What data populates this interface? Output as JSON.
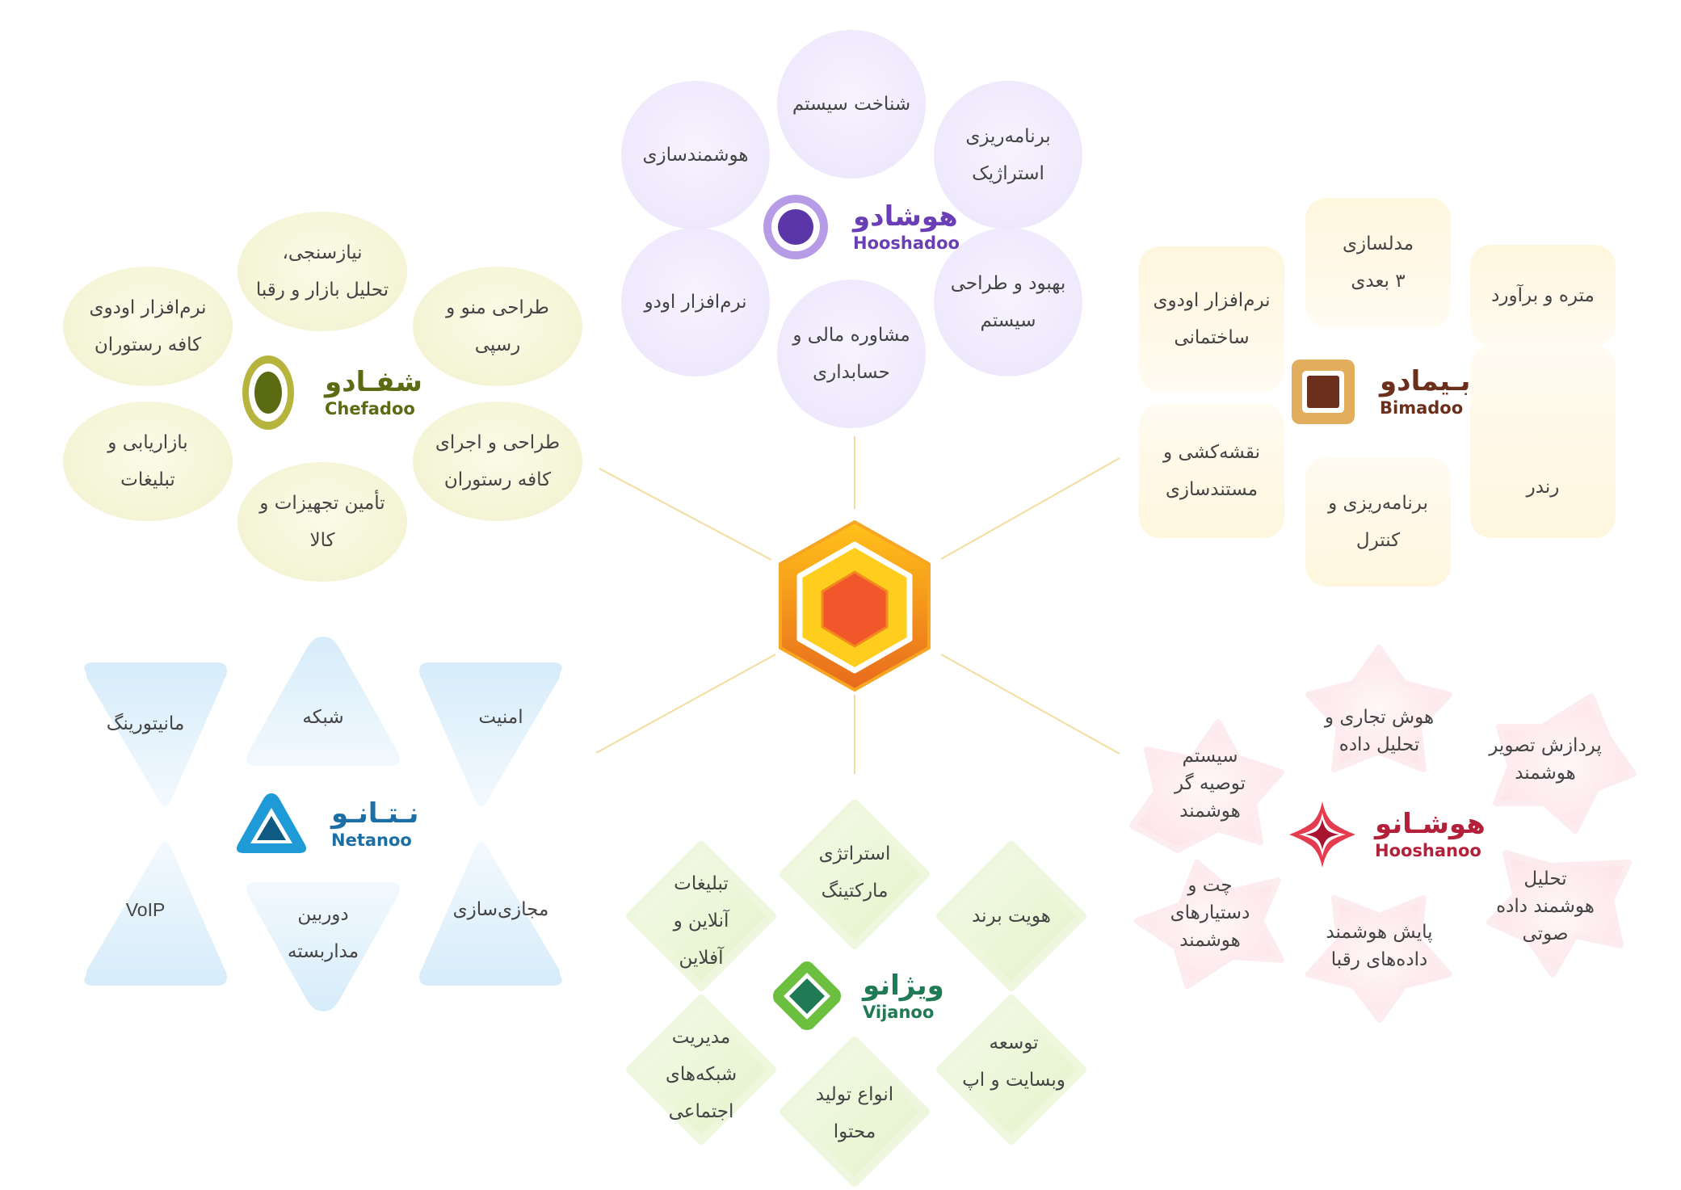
{
  "colors": {
    "line": "#f2dc9e",
    "hooshadoo": "#6a3fb5",
    "chefadoo": "#5b6b12",
    "bimadoo": "#6b2f1c",
    "netanoo": "#1c6fa4",
    "vijanoo": "#1f7a55",
    "hooshanoo": "#b3203a"
  },
  "brands": {
    "hooshadoo": {
      "fa": "هوشادو",
      "en": "Hooshadoo",
      "icon": "circle-logo-icon"
    },
    "chefadoo": {
      "fa": "شفـادو",
      "en": "Chefadoo",
      "icon": "olive-logo-icon"
    },
    "bimadoo": {
      "fa": "بـیمادو",
      "en": "Bimadoo",
      "icon": "square-logo-icon"
    },
    "netanoo": {
      "fa": "نـتـانـو",
      "en": "Netanoo",
      "icon": "triangle-logo-icon"
    },
    "vijanoo": {
      "fa": "ویژانو",
      "en": "Vijanoo",
      "icon": "diamond-logo-icon"
    },
    "hooshanoo": {
      "fa": "هوشـانو",
      "en": "Hooshanoo",
      "icon": "star-logo-icon"
    }
  },
  "center": {
    "icon": "hexagon-logo-icon"
  },
  "hooshadoo_services": {
    "s1": "شناخت سیستم",
    "s2": "برنامه‌ریزی\nاستراژیک",
    "s3": "بهبود و طراحی\nسیستم",
    "s4": "مشاوره مالی و\nحسابداری",
    "s5": "نرم‌افزار اودو",
    "s6": "هوشمندسازی"
  },
  "chefadoo_services": {
    "s1": "نیازسنجی،\nتحلیل بازار و رقبا",
    "s2": "طراحی منو و\nرسپی",
    "s3": "طراحی و اجرای\nکافه رستوران",
    "s4": "تأمین تجهیزات و\nکالا",
    "s5": "بازاریابی و\nتبلیغات",
    "s6": "نرم‌افزار اودوی\nکافه رستوران"
  },
  "bimadoo_services": {
    "s1": "مدلسازی\n۳ بعدی",
    "s2": "متره و برآورد",
    "s3": "رندر",
    "s4": "برنامه‌ریزی و\nکنترل",
    "s5": "نقشه‌کشی و\nمستندسازی",
    "s6": "نرم‌افزار اودوی\nساختمانی"
  },
  "netanoo_services": {
    "s1": "شبکه",
    "s2": "امنیت",
    "s3": "مجازی‌سازی",
    "s4": "دوربین\nمداربسته",
    "s5": "VoIP",
    "s6": "مانیتورینگ"
  },
  "vijanoo_services": {
    "s1": "استراتژی\nمارکتینگ",
    "s2": "هویت برند",
    "s3": "توسعه\nوبسایت و اپ",
    "s4": "انواع تولید\nمحتوا",
    "s5": "مدیریت\nشبکه‌های\nاجتماعی",
    "s6": "تبلیغات\nآنلاین و\nآفلاین"
  },
  "hooshanoo_services": {
    "s1": "هوش تجاری و\nتحلیل داده",
    "s2": "پردازش تصویر\nهوشمند",
    "s3": "تحلیل\nهوشمند داده\nصوتی",
    "s4": "پایش هوشمند\nداده‌های رقبا",
    "s5": "چت و\nدستیارهای\nهوشمند",
    "s6": "سیستم\nتوصیه گر\nهوشمند"
  }
}
